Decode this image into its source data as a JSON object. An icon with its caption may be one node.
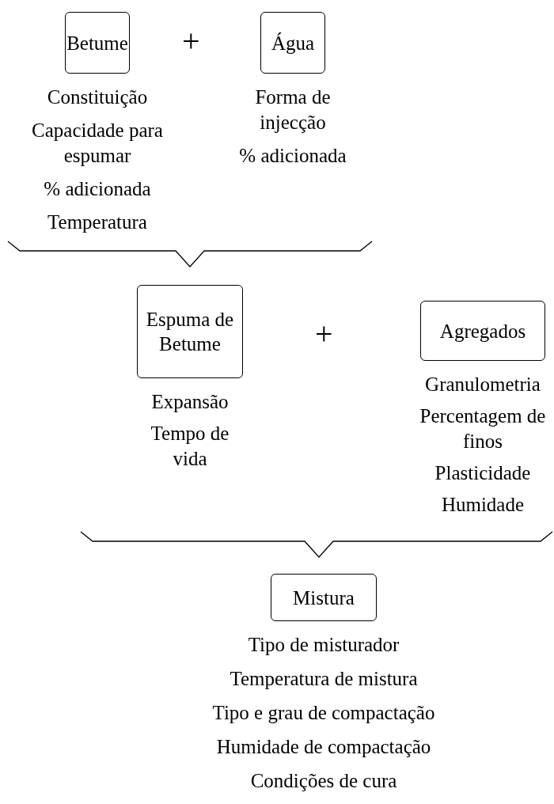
{
  "diagram": {
    "nodes": [
      {
        "text": [
          "Betume"
        ],
        "beside": [
          "Constituição",
          "Capacidade para espumar",
          "% adicionada",
          "Temperatura"
        ]
      },
      {
        "text": [
          "Água"
        ],
        "beside": [
          "Forma de injecção",
          "% adicionada"
        ]
      },
      {
        "text": [
          "Espuma de Betume"
        ],
        "beside": [
          "Expansão",
          "Tempo de vida"
        ]
      },
      {
        "text": [
          "Agregados"
        ],
        "beside": [
          "Granulometria",
          "Percentagem de finos",
          "Plasticidade",
          "Humidade"
        ]
      },
      {
        "text": [
          "Mistura"
        ],
        "beside": [
          "Tipo de misturador",
          "Temperatura de mistura",
          "Tipo e grau de compactação",
          "Humidade de compactação",
          "Condições de cura"
        ]
      }
    ],
    "labels": [
      "+",
      "+"
    ]
  }
}
